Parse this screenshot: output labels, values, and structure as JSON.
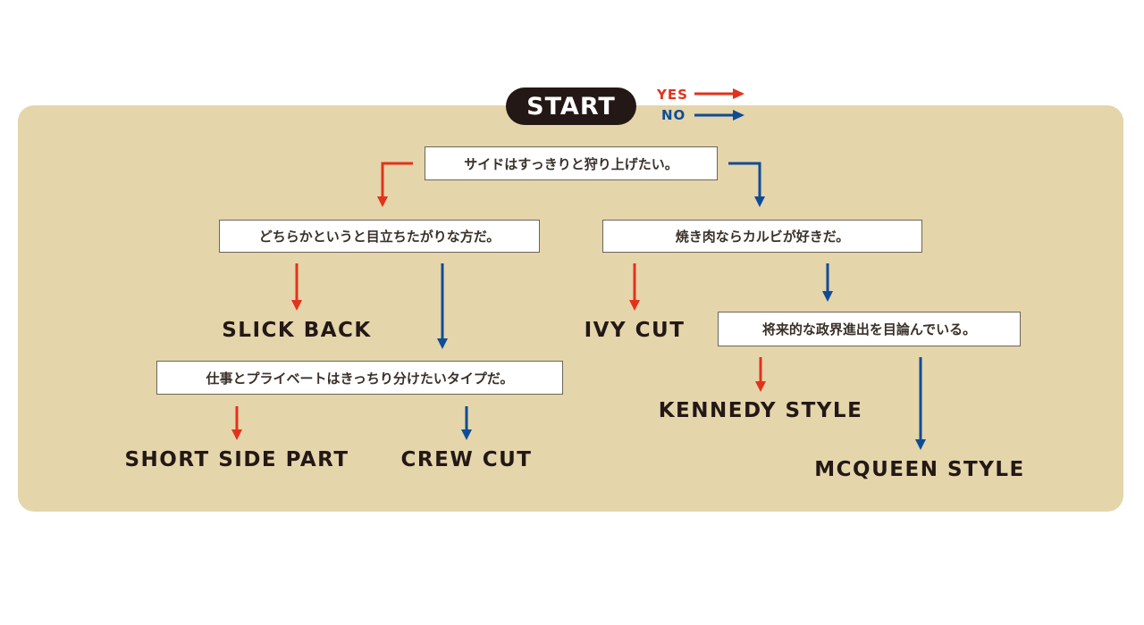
{
  "start_label": "START",
  "legend": {
    "yes": "YES",
    "no": "NO"
  },
  "colors": {
    "yes": "#e3321b",
    "no": "#0f4c96",
    "panel": "#e4d5ab",
    "dark": "#231815"
  },
  "questions": {
    "q1": "サイドはすっきりと狩り上げたい。",
    "q2_yes": "どちらかというと目立ちたがりな方だ。",
    "q2_no": "焼き肉ならカルビが好きだ。",
    "q3": "仕事とプライベートはきっちり分けたいタイプだ。",
    "q4": "将来的な政界進出を目論んでいる。"
  },
  "results": {
    "slick_back": "SLICK BACK",
    "short_side_part": "SHORT SIDE PART",
    "crew_cut": "CREW CUT",
    "ivy_cut": "IVY CUT",
    "kennedy_style": "KENNEDY STYLE",
    "mcqueen_style": "MCQUEEN STYLE"
  }
}
